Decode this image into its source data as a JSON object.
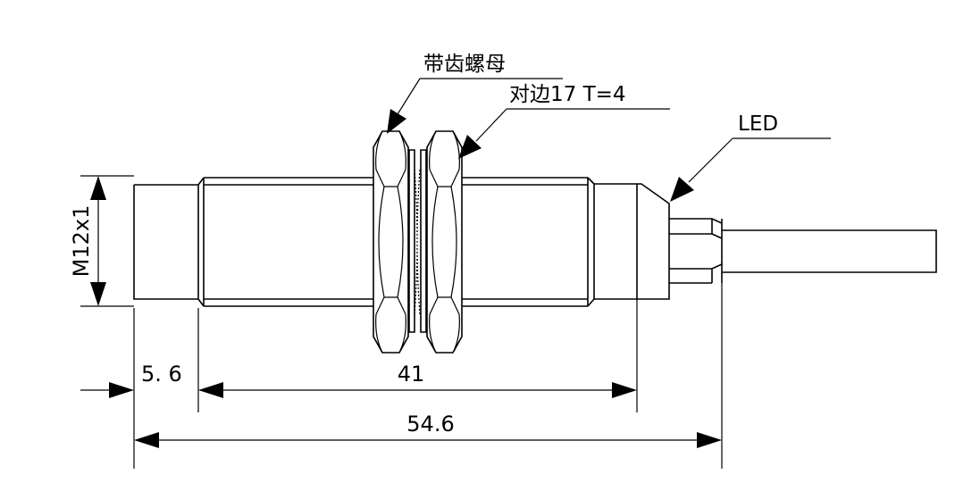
{
  "labels": {
    "toothed_nut": "带齿螺母",
    "across_flats": "对边17 T=4",
    "led": "LED",
    "thread": "M12x1"
  },
  "dimensions": {
    "chamfer_length": "5. 6",
    "thread_length": "41",
    "overall_length": "54.6"
  },
  "colors": {
    "line": "#000000",
    "background": "#ffffff"
  }
}
